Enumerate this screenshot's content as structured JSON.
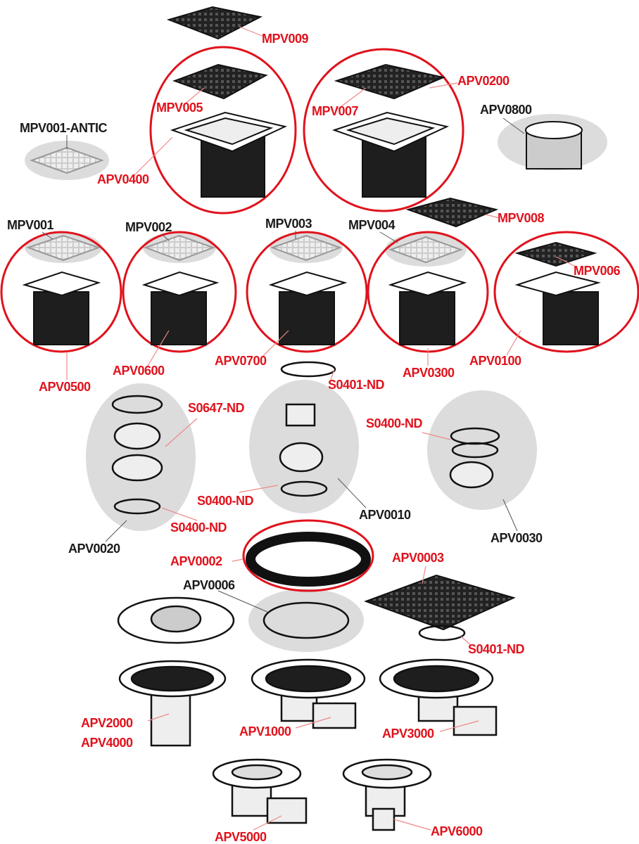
{
  "colors": {
    "accent": "#e0121c",
    "highlight_fill": "#dcdcdc",
    "part": "#1a1a1a"
  },
  "labels": {
    "mpv009": "MPV009",
    "mpv005": "MPV005",
    "apv0200": "APV0200",
    "mpv007": "MPV007",
    "apv0800": "APV0800",
    "mpv001_antic": "MPV001-ANTIC",
    "apv0400": "APV0400",
    "mpv001": "MPV001",
    "mpv002": "MPV002",
    "mpv003": "MPV003",
    "mpv004": "MPV004",
    "mpv008": "MPV008",
    "mpv006": "MPV006",
    "apv0500": "APV0500",
    "apv0600": "APV0600",
    "apv0700": "APV0700",
    "apv0300": "APV0300",
    "apv0100": "APV0100",
    "s0401_nd_top": "S0401-ND",
    "s0647_nd": "S0647-ND",
    "s0400_nd_right": "S0400-ND",
    "s0400_nd_mid": "S0400-ND",
    "apv0010": "APV0010",
    "s0400_nd_left": "S0400-ND",
    "apv0020": "APV0020",
    "apv0030": "APV0030",
    "apv0002": "APV0002",
    "apv0003": "APV0003",
    "apv0006": "APV0006",
    "s0401_nd_bottom": "S0401-ND",
    "apv2000": "APV2000",
    "apv4000": "APV4000",
    "apv1000": "APV1000",
    "apv3000": "APV3000",
    "apv5000": "APV5000",
    "apv6000": "APV6000"
  }
}
